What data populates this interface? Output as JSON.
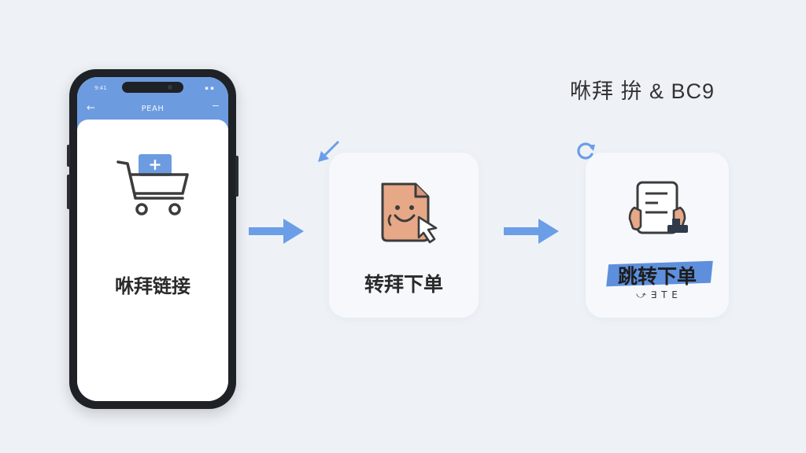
{
  "phone": {
    "status_time": "9:41",
    "status_icons": "▪ ▪",
    "app_title": "PEАН",
    "cart_label": "咻拜链接"
  },
  "steps": [
    {
      "label": "转拜下单"
    },
    {
      "label": "跳转下单",
      "sub_label": "⤻ ∃ T E"
    }
  ],
  "title": "咻拜 拚 & BC9",
  "colors": {
    "accent": "#6d9bdf",
    "arrow": "#6b9ee6",
    "document_fill": "#e6a887",
    "highlight": "#5d8fdc"
  },
  "icons": [
    "back-arrow-icon",
    "shopping-cart-icon",
    "add-icon",
    "document-smiley-icon",
    "cursor-icon",
    "receipt-hands-icon",
    "refresh-icon"
  ]
}
